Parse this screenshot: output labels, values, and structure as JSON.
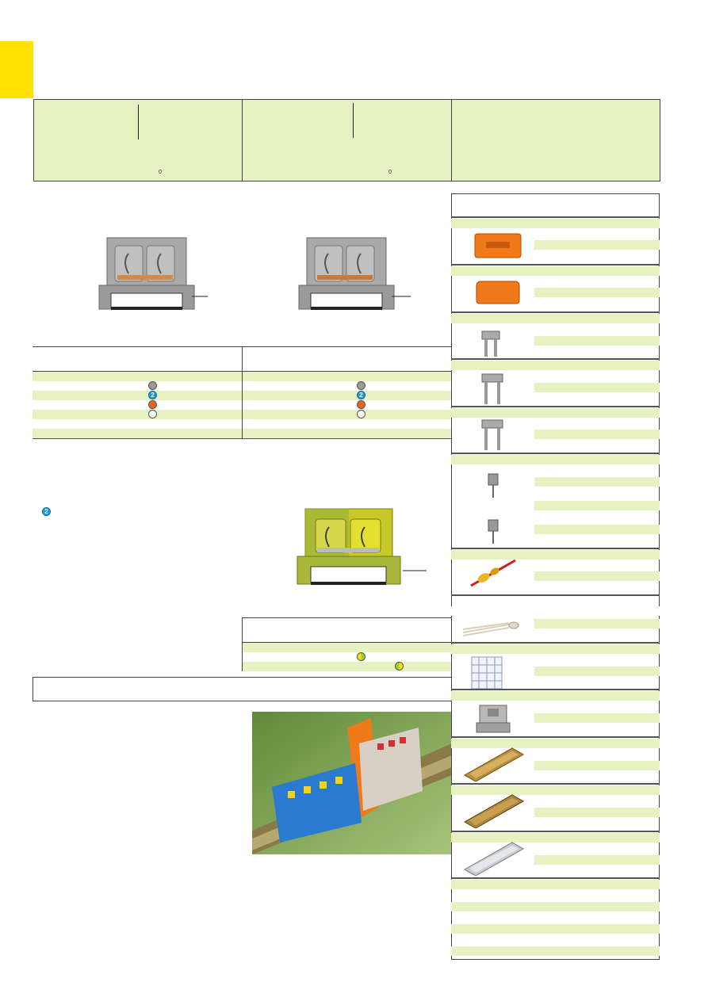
{
  "header": {
    "col1_mark": "0",
    "col2_mark": "0"
  },
  "tables": {
    "left_badge": "2",
    "right_badge": "2",
    "note_badge": "2"
  },
  "colors": {
    "accent_yellow": "#ffe000",
    "band_green": "#e6f2c2",
    "gray_dot": "#9a9a9a",
    "blue_dot": "#1e9ad6",
    "orange_dot": "#e8641e",
    "white_dot": "#f4f4f0",
    "earth_green": "#9acd32",
    "earth_yellow": "#f5e200"
  },
  "accessories": {
    "items": [
      "end-plate-icon",
      "separator-plate-icon",
      "jumper-small-icon",
      "jumper-medium-icon",
      "jumper-large-icon",
      "test-plug-icon",
      "test-plug-cable-icon",
      "cable-tie-icon",
      "marker-card-icon",
      "end-stop-icon",
      "din-rail-perforated-icon",
      "din-rail-steel-icon",
      "din-rail-aluminum-icon"
    ]
  }
}
